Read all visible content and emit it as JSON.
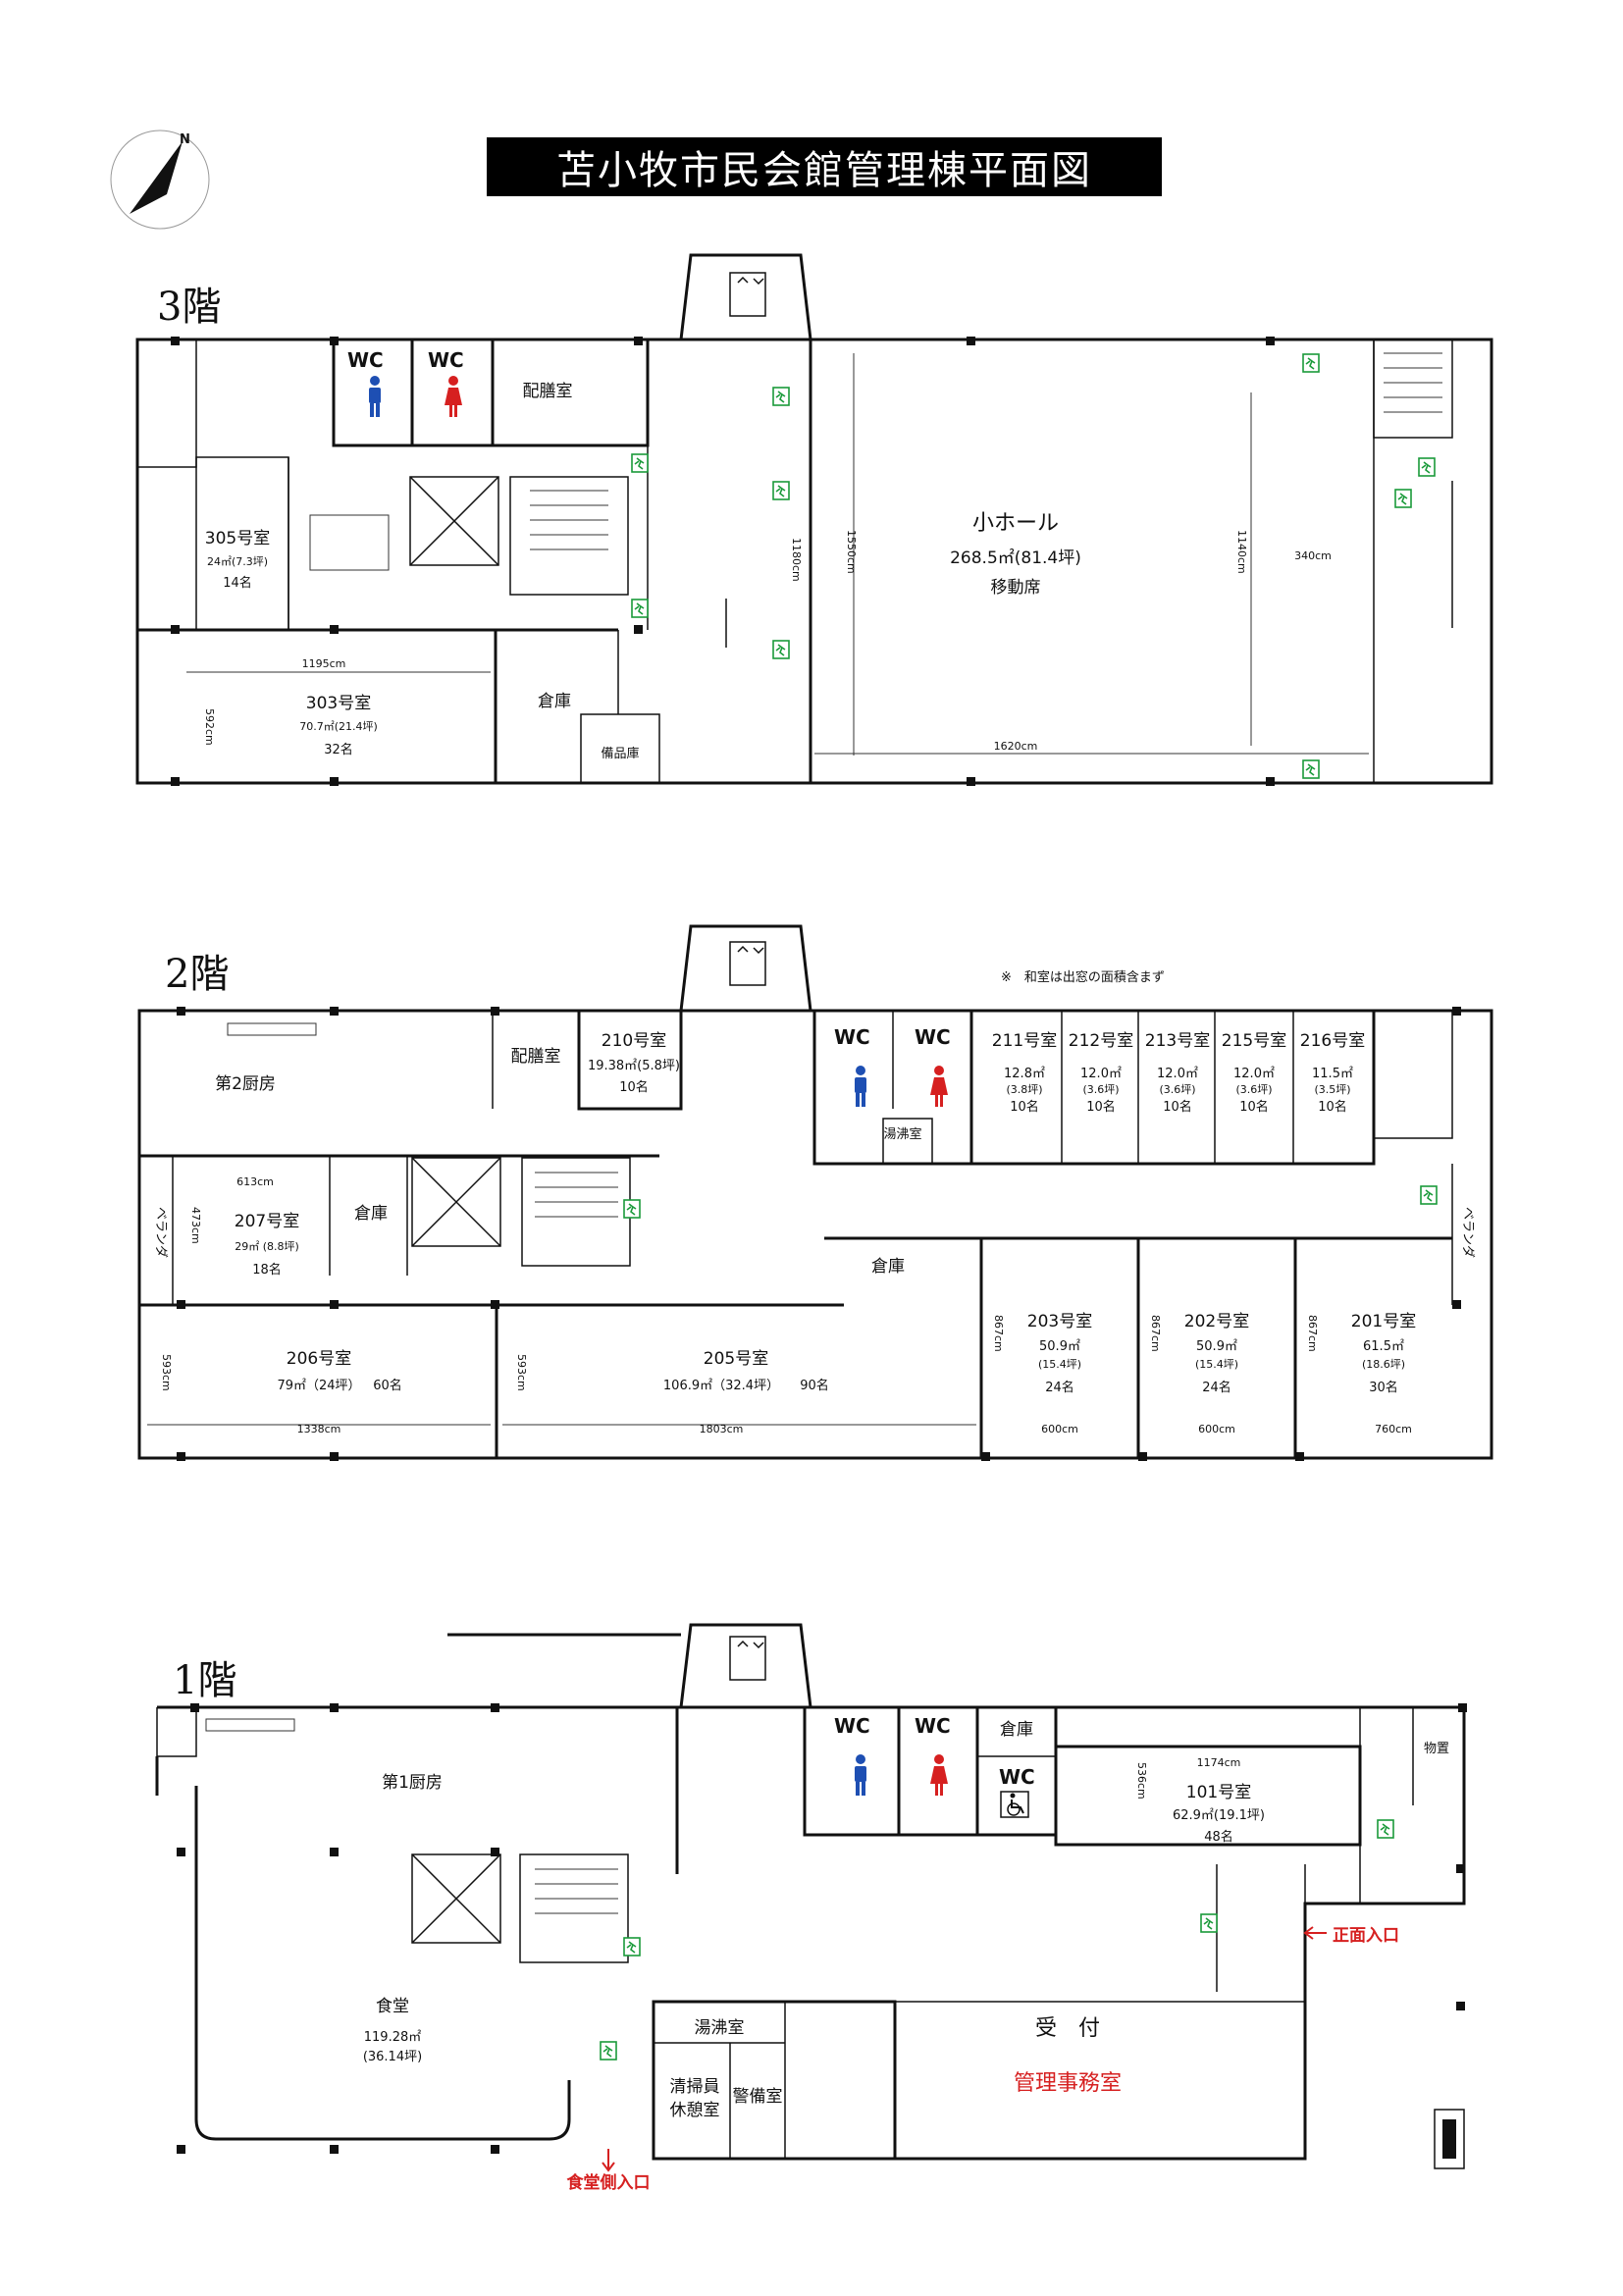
{
  "title": "苫小牧市民会館管理棟平面図",
  "compass": "N",
  "wc": "WC",
  "floors": {
    "f3": {
      "label": "3階",
      "r305": {
        "name": "305号室",
        "area": "24㎡(7.3坪)",
        "cap": "14名"
      },
      "r303": {
        "name": "303号室",
        "area": "70.7㎡(21.4坪)",
        "cap": "32名",
        "w": "1195cm",
        "h": "592cm"
      },
      "haizen": "配膳室",
      "souko": "倉庫",
      "bihinko": "備品庫",
      "hall": {
        "name": "小ホール",
        "area": "268.5㎡(81.4坪)",
        "note": "移動席",
        "w": "1620cm",
        "h1": "1180cm",
        "h2": "1550cm",
        "h3": "1140cm",
        "d": "340cm"
      }
    },
    "f2": {
      "label": "2階",
      "note": "※　和室は出窓の面積含まず",
      "kitchen2": "第2厨房",
      "haizen": "配膳室",
      "r210": {
        "name": "210号室",
        "area": "19.38㎡(5.8坪)",
        "cap": "10名"
      },
      "japanese": [
        {
          "name": "211号室",
          "area": "12.8㎡",
          "tsubo": "(3.8坪)",
          "cap": "10名"
        },
        {
          "name": "212号室",
          "area": "12.0㎡",
          "tsubo": "(3.6坪)",
          "cap": "10名"
        },
        {
          "name": "213号室",
          "area": "12.0㎡",
          "tsubo": "(3.6坪)",
          "cap": "10名"
        },
        {
          "name": "215号室",
          "area": "12.0㎡",
          "tsubo": "(3.6坪)",
          "cap": "10名"
        },
        {
          "name": "216号室",
          "area": "11.5㎡",
          "tsubo": "(3.5坪)",
          "cap": "10名"
        }
      ],
      "yuwakashi": "湯沸室",
      "veranda": "ベランダ",
      "r207": {
        "name": "207号室",
        "area": "29㎡ (8.8坪)",
        "cap": "18名",
        "w": "613cm",
        "h": "473cm"
      },
      "souko": "倉庫",
      "souko2": "倉庫",
      "r206": {
        "name": "206号室",
        "area": "79㎡（24坪）",
        "cap": "60名",
        "w": "1338cm",
        "h": "593cm"
      },
      "r205": {
        "name": "205号室",
        "area": "106.9㎡（32.4坪）",
        "cap": "90名",
        "w": "1803cm",
        "h": "593cm"
      },
      "r203": {
        "name": "203号室",
        "area": "50.9㎡",
        "tsubo": "(15.4坪)",
        "cap": "24名",
        "w": "600cm",
        "h": "867cm"
      },
      "r202": {
        "name": "202号室",
        "area": "50.9㎡",
        "tsubo": "(15.4坪)",
        "cap": "24名",
        "w": "600cm",
        "h": "867cm"
      },
      "r201": {
        "name": "201号室",
        "area": "61.5㎡",
        "tsubo": "(18.6坪)",
        "cap": "30名",
        "w": "760cm",
        "h": "867cm"
      }
    },
    "f1": {
      "label": "1階",
      "kitchen1": "第1厨房",
      "dining": {
        "name": "食堂",
        "area": "119.28㎡",
        "tsubo": "(36.14坪)"
      },
      "souko": "倉庫",
      "mono": "物置",
      "r101": {
        "name": "101号室",
        "area": "62.9㎡(19.1坪)",
        "cap": "48名",
        "w": "1174cm",
        "h": "536cm"
      },
      "yuwakashi": "湯沸室",
      "seisou1": "清掃員",
      "seisou2": "休憩室",
      "keibi": "警備室",
      "uketsuke": "受　付",
      "office": "管理事務室",
      "main_entrance": "正面入口",
      "dining_entrance": "食堂側入口"
    }
  },
  "colors": {
    "male": "#1e4fb3",
    "female": "#d62020",
    "entrance": "#d62020",
    "exit": "#1a9a3a"
  }
}
